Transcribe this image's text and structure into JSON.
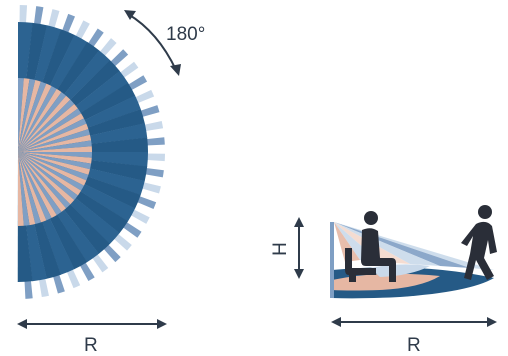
{
  "top_view": {
    "angle_label": "180°",
    "range_label": "R"
  },
  "side_view": {
    "height_label": "H",
    "range_label": "R"
  },
  "colors": {
    "dark_blue": "#255a86",
    "light_blue": "#7f9fc4",
    "pale_blue": "#c9d9ea",
    "salmon": "#e6b7a3",
    "pale_salmon": "#f3d8cc",
    "figure": "#2a2e38",
    "arrow": "#2f3b4a"
  },
  "icons": {
    "sitting_person": "sitting-person-icon",
    "walking_person": "walking-person-icon"
  }
}
